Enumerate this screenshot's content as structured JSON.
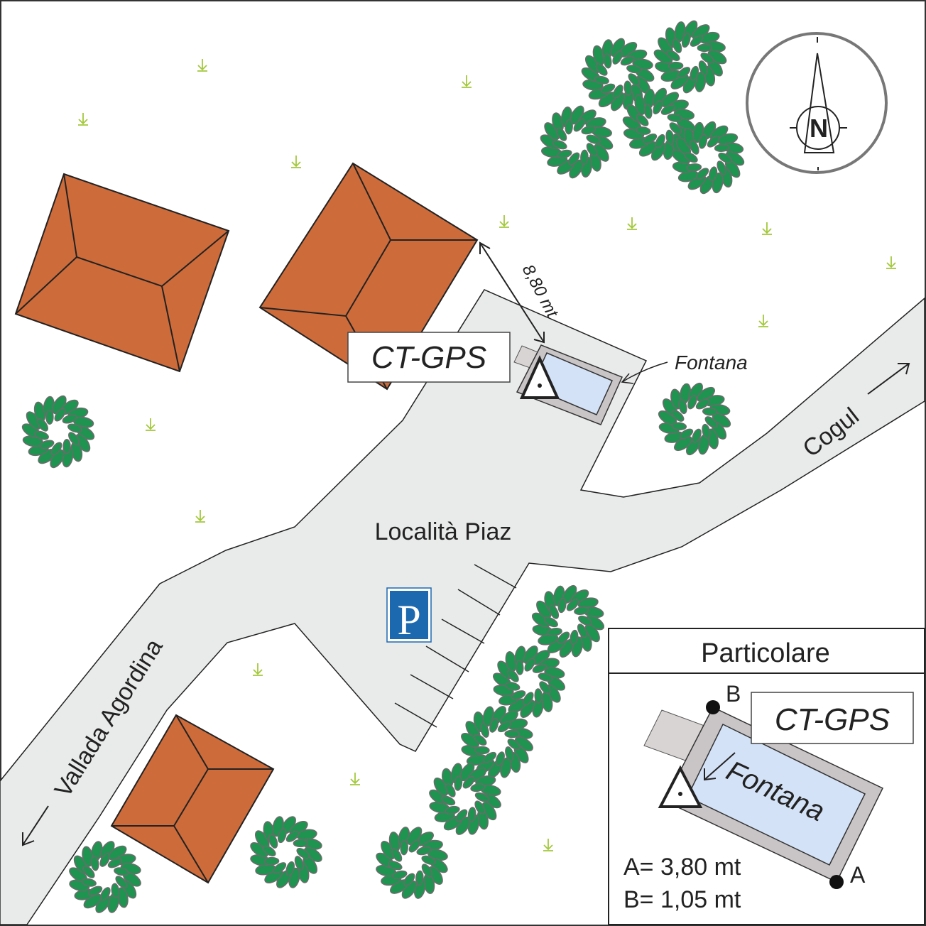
{
  "map": {
    "place_label": "Località Piaz",
    "road_left_label": "Vallada Agordina",
    "road_right_label": "Cogul",
    "station_label": "CT-GPS",
    "fountain_label": "Fontana",
    "distance_label": "8,80 mt",
    "parking_label": "P",
    "compass_label": "N"
  },
  "inset": {
    "title": "Particolare",
    "station_label": "CT-GPS",
    "fountain_label": "Fontana",
    "point_a": "A",
    "point_b": "B",
    "measure_a": "A= 3,80 mt",
    "measure_b": "B= 1,05 mt"
  },
  "colors": {
    "roof": "#cd6b3a",
    "road": "#e9ebea",
    "tree": "#1e9450",
    "grass": "#a3c83a",
    "water": "#d4e2f7",
    "parking": "#1c69b0"
  }
}
